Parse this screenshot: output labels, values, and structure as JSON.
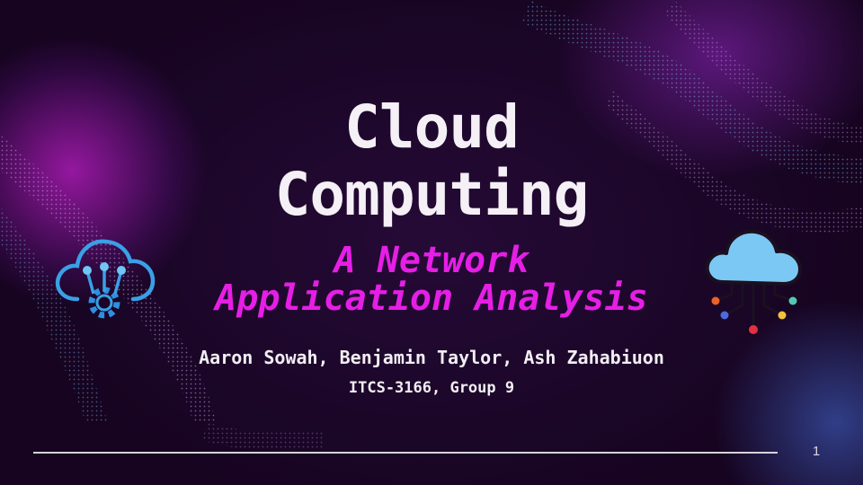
{
  "slide": {
    "title_line1": "Cloud",
    "title_line2": "Computing",
    "subtitle_line1": "A Network",
    "subtitle_line2": "Application Analysis",
    "authors": "Aaron Sowah, Benjamin Taylor, Ash Zahabiuon",
    "course": "ITCS-3166, Group 9",
    "page_number": "1"
  },
  "icons": {
    "left": "cloud-gear-icon",
    "right": "cloud-network-icon"
  },
  "colors": {
    "background": "#1a0626",
    "title": "#f4f0f6",
    "subtitle": "#e61ee6",
    "icon_left": "#3aa0e6",
    "icon_right_cloud": "#7cc8f4"
  }
}
